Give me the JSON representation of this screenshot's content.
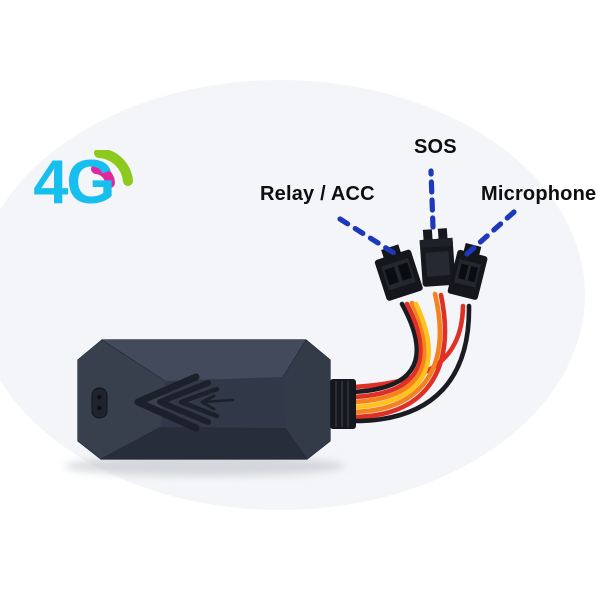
{
  "page": {
    "background_color": "#ffffff",
    "backdrop_color": "#f4f5f8"
  },
  "logo": {
    "text": "4G",
    "text_color": "#17bfee",
    "signal_arc_inner_color": "#e1269e",
    "signal_arc_outer_color": "#8ccb1e"
  },
  "annotations": {
    "line_color": "#1b39b8",
    "text_color": "#0e0e0e",
    "labels": [
      {
        "id": "relay-acc",
        "text": "Relay / ACC"
      },
      {
        "id": "sos",
        "text": "SOS"
      },
      {
        "id": "microphone",
        "text": "Microphone"
      }
    ]
  },
  "device": {
    "type": "gps-tracker",
    "body_color": "#2f3645",
    "connector_color": "#15171c",
    "wire_colors": {
      "red": "#e03026",
      "orange": "#f5821f",
      "yellow": "#ffc21e",
      "black": "#1a1c22"
    }
  }
}
